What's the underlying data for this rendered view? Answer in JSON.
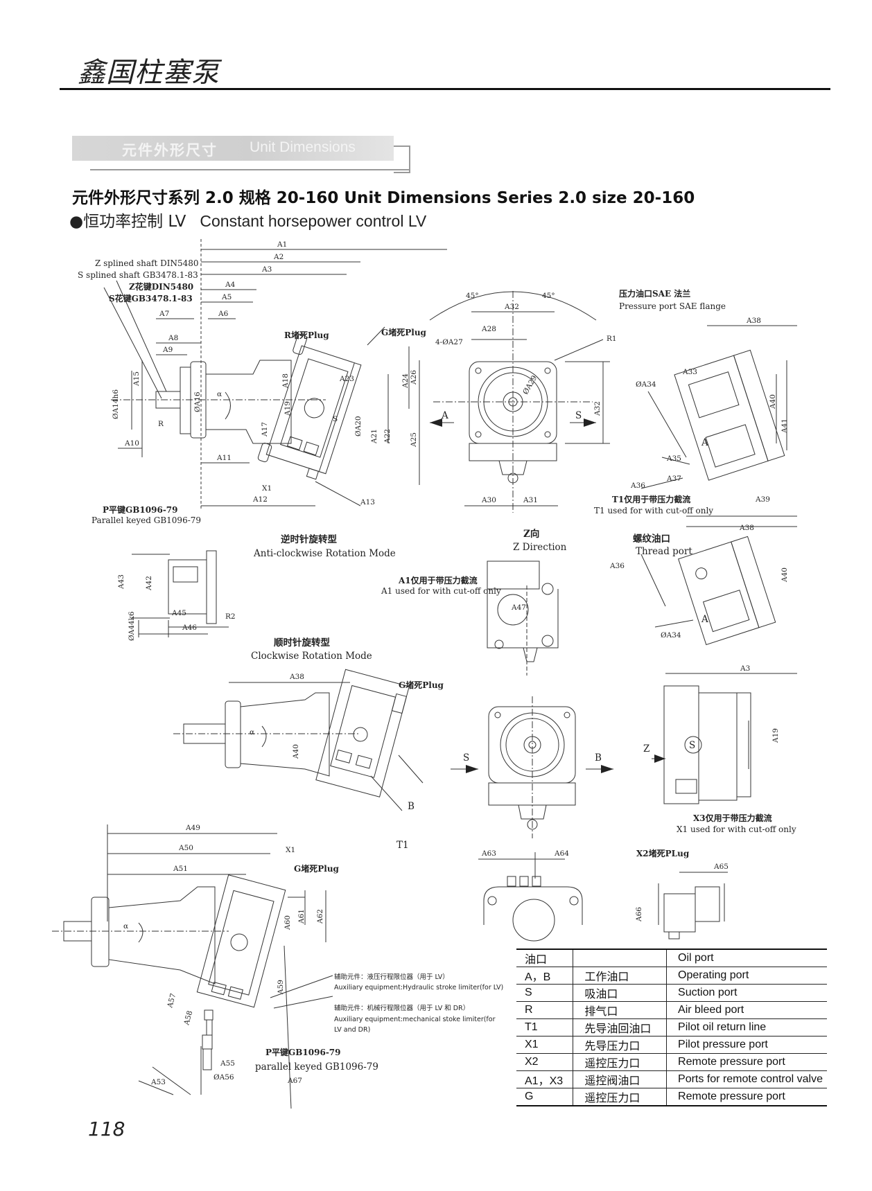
{
  "header": {
    "brand": "鑫国柱塞泵"
  },
  "section": {
    "zh": "元件外形尺寸",
    "en": "Unit Dimensions"
  },
  "heading": "元件外形尺寸系列 2.0 规格 20-160  Unit Dimensions Series 2.0 size 20-160",
  "subheading": {
    "zh": "●恒功率控制 LV",
    "en": "Constant horsepower control LV"
  },
  "drawing": {
    "notes": {
      "z_spline_en": "Z splined shaft DIN5480",
      "s_spline_en": "S splined shaft GB3478.1-83",
      "z_spline_zh": "Z花键DIN5480",
      "s_spline_zh": "S花键GB3478.1-83",
      "r_plug": "R堵死Plug",
      "g_plug": "G堵死Plug",
      "p_key_zh": "P平键GB1096-79",
      "p_key_en": "Parallel keyed GB1096-79",
      "p_key_en_lower": "parallel keyed GB1096-79",
      "sae_zh": "压力油口SAE 法兰",
      "sae_en": "Pressure port SAE flange",
      "t1_zh": "T1仅用于带压力截流",
      "t1_en": "T1 used for with cut-off only",
      "acw_zh": "逆时针旋转型",
      "acw_en": "Anti-clockwise Rotation Mode",
      "cw_zh": "顺时针旋转型",
      "cw_en": "Clockwise Rotation Mode",
      "z_dir_zh": "Z向",
      "z_dir_en": "Z Direction",
      "a1_zh": "A1仅用于带压力截流",
      "a1_en": "A1 used for with cut-off only",
      "thread_zh": "螺纹油口",
      "thread_en": "Thread port",
      "x3_zh": "X3仅用于带压力截流",
      "x1_en": "X1 used for with cut-off only",
      "x2_plug": "X2堵死PLug",
      "aux1_zh": "辅助元件：液压行程限位器（用于 LV）",
      "aux1_en": "Auxiliary equipment:Hydraulic stroke limiter(for LV)",
      "aux2_zh": "辅助元件：机械行程限位器（用于 LV 和 DR）",
      "aux2_en_1": "Auxiliary equipment:mechanical stoke limiter(for",
      "aux2_en_2": "LV and DR)"
    },
    "dims": {
      "A1": "A1",
      "A2": "A2",
      "A3": "A3",
      "A4": "A4",
      "A5": "A5",
      "A6": "A6",
      "A7": "A7",
      "A8": "A8",
      "A9": "A9",
      "A10": "A10",
      "A11": "A11",
      "A12": "A12",
      "A13": "A13",
      "A15": "A15",
      "A16": "ØA16",
      "A14": "ØA14h6",
      "A17": "A17",
      "A18": "A18",
      "A19": "A19",
      "A20": "ØA20",
      "A21": "A21",
      "A22": "A22",
      "A23": "A23",
      "A24": "A24",
      "A25": "A25",
      "A26": "A26",
      "A27": "4-ØA27",
      "A28": "A28",
      "A29": "ØA29",
      "A30": "A30",
      "A31": "A31",
      "A32": "A32",
      "A33": "A33",
      "A34": "ØA34",
      "A35": "A35",
      "A36": "A36",
      "A37": "A37",
      "A38": "A38",
      "A39": "A39",
      "A40": "A40",
      "A41": "A41",
      "A42": "A42",
      "A43": "A43",
      "A44": "ØA44k6",
      "A45": "A45",
      "A46": "A46",
      "A47": "A47",
      "A49": "A49",
      "A50": "A50",
      "A51": "A51",
      "A53": "A53",
      "A55": "A55",
      "A56": "ØA56",
      "A57": "A57",
      "A58": "A58",
      "A59": "A59",
      "A60": "A60",
      "A61": "A61",
      "A62": "A62",
      "A63": "A63",
      "A64": "A64",
      "A65": "A65",
      "A66": "A66",
      "A67": "A67",
      "deg45": "45°",
      "alpha": "α",
      "R": "R",
      "R1": "R1",
      "R2": "R2",
      "S": "S",
      "A": "A",
      "B": "B",
      "T1": "T1",
      "X1": "X1",
      "Z": "Z"
    }
  },
  "table": {
    "rows": [
      {
        "port": "油口",
        "zh": "",
        "en": "Oil port"
      },
      {
        "port": "A，B",
        "zh": "工作油口",
        "en": "Operating port"
      },
      {
        "port": "S",
        "zh": "吸油口",
        "en": "Suction port"
      },
      {
        "port": "R",
        "zh": "排气口",
        "en": "Air bleed port"
      },
      {
        "port": "T1",
        "zh": "先导油回油口",
        "en": "Pilot oil return line"
      },
      {
        "port": "X1",
        "zh": "先导压力口",
        "en": "Pilot pressure port"
      },
      {
        "port": "X2",
        "zh": "遥控压力口",
        "en": "Remote pressure port"
      },
      {
        "port": "A1，X3",
        "zh": "遥控阀油口",
        "en": "Ports for remote control valve"
      },
      {
        "port": "G",
        "zh": "遥控压力口",
        "en": "Remote pressure port"
      }
    ]
  },
  "footer": {
    "page_number": "118"
  }
}
